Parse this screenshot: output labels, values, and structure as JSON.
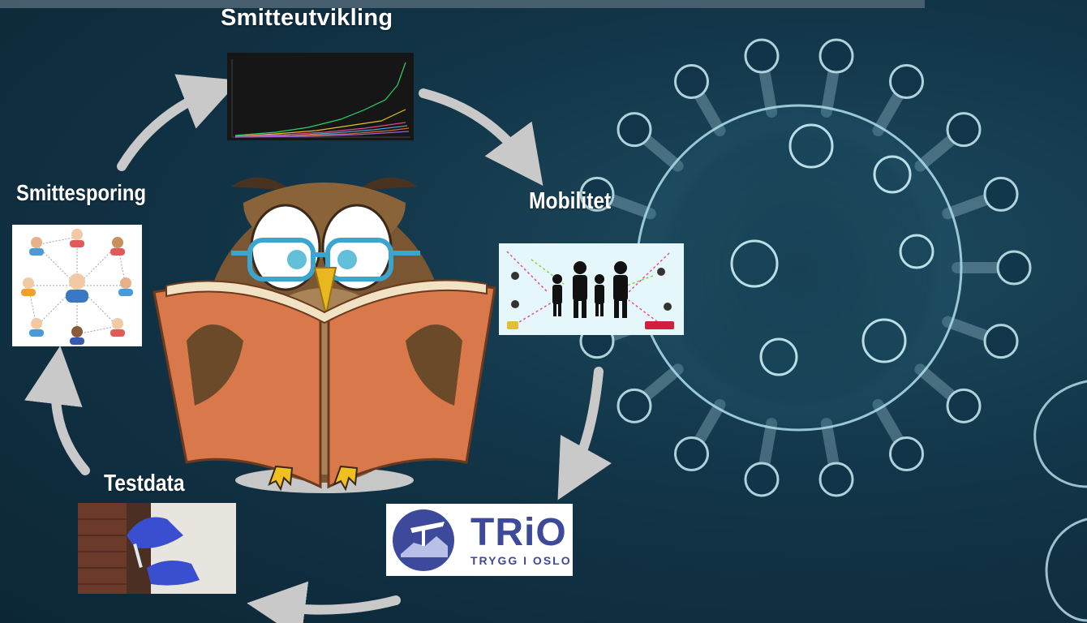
{
  "stages": {
    "smitteutvikling": "Smitteutvikling",
    "mobilitet": "Mobilitet",
    "smittesporing": "Smittesporing",
    "testdata": "Testdata"
  },
  "trio": {
    "word": "TRiO",
    "subtitle": "TRYGG I OSLO"
  },
  "colors": {
    "background": "#123548",
    "arrow": "#c9c9c9",
    "trio_blue": "#3d4a9c",
    "owl_brown": "#7a5632",
    "book_orange": "#d9784a",
    "virus_line": "#bfe6f0"
  },
  "icons": [
    "owl-reading-illustration",
    "virus-illustration",
    "cycle-arrows"
  ]
}
